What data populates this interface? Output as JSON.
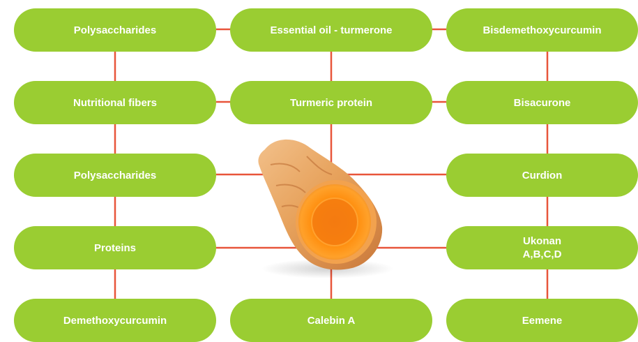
{
  "nodes": {
    "c1r1": "Polysaccharides",
    "c2r1": "Essential oil - turmerone",
    "c3r1": "Bisdemethoxycurcumin",
    "c1r2": "Nutritional fibers",
    "c2r2": "Turmeric protein",
    "c3r2": "Bisacurone",
    "c1r3": "Polysaccharides",
    "c3r3": "Curdion",
    "c1r4": "Proteins",
    "c3r4": "Ukonan\nA,B,C,D",
    "c1r5": "Demethoxycurcumin",
    "c2r5": "Calebin A",
    "c3r5": "Eemene"
  },
  "colors": {
    "node_fill": "#9acd32",
    "node_text": "#ffffff",
    "connector": "#e8553a",
    "root_skin": "#e9a35c",
    "root_flesh": "#ff8c00"
  },
  "center_image": {
    "icon": "turmeric-root-cross-section"
  }
}
